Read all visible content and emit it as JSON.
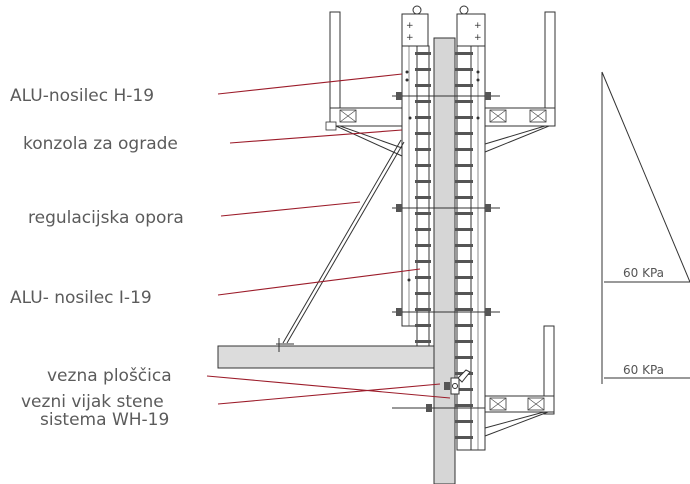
{
  "labels": {
    "alu_h19": "ALU-nosilec H-19",
    "konzola": "konzola za ograde",
    "opora": "regulacijska opora",
    "alu_i19": "ALU- nosilec I-19",
    "ploscica": "vezna ploščica",
    "vijak_line1": "vezni  vijak stene",
    "vijak_line2": "sistema WH-19"
  },
  "pressure": {
    "upper": "60 KPa",
    "lower": "60 KPa"
  },
  "colors": {
    "leader": "#9c1c2a",
    "text": "#5b5b5b",
    "line": "#333333",
    "concrete": "#dcdcdc"
  }
}
